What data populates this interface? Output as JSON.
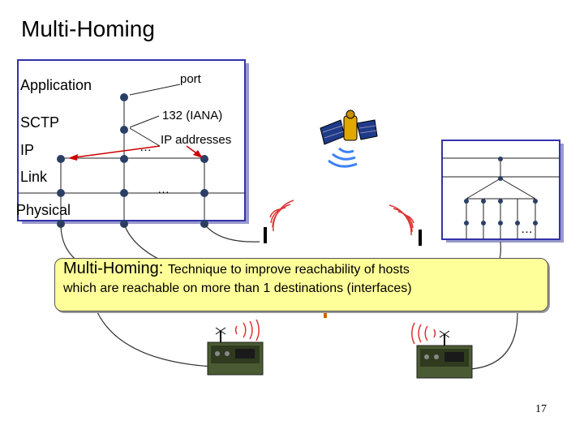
{
  "title": "Multi-Homing",
  "layers": {
    "application": "Application",
    "sctp": "SCTP",
    "ip": "IP",
    "link": "Link",
    "physical": "Physical"
  },
  "annotations": {
    "port": "port",
    "iana": "132 (IANA)",
    "ip_addresses": "IP addresses",
    "ellipsis": "…"
  },
  "callout": {
    "lead": "Multi-Homing:",
    "rest": "Technique to improve reachability of hosts",
    "line2": "which are reachable on more than 1 destinations (interfaces)"
  },
  "page_number": "17",
  "colors": {
    "stack_border": "#3333aa",
    "stack_shadow": "#9999cc",
    "node": "#2b3f66",
    "callout_fill": "#ffff99",
    "arrow": "#cc0000"
  },
  "icons": [
    "satellite-icon",
    "antenna-icon",
    "radio-unit-icon"
  ]
}
